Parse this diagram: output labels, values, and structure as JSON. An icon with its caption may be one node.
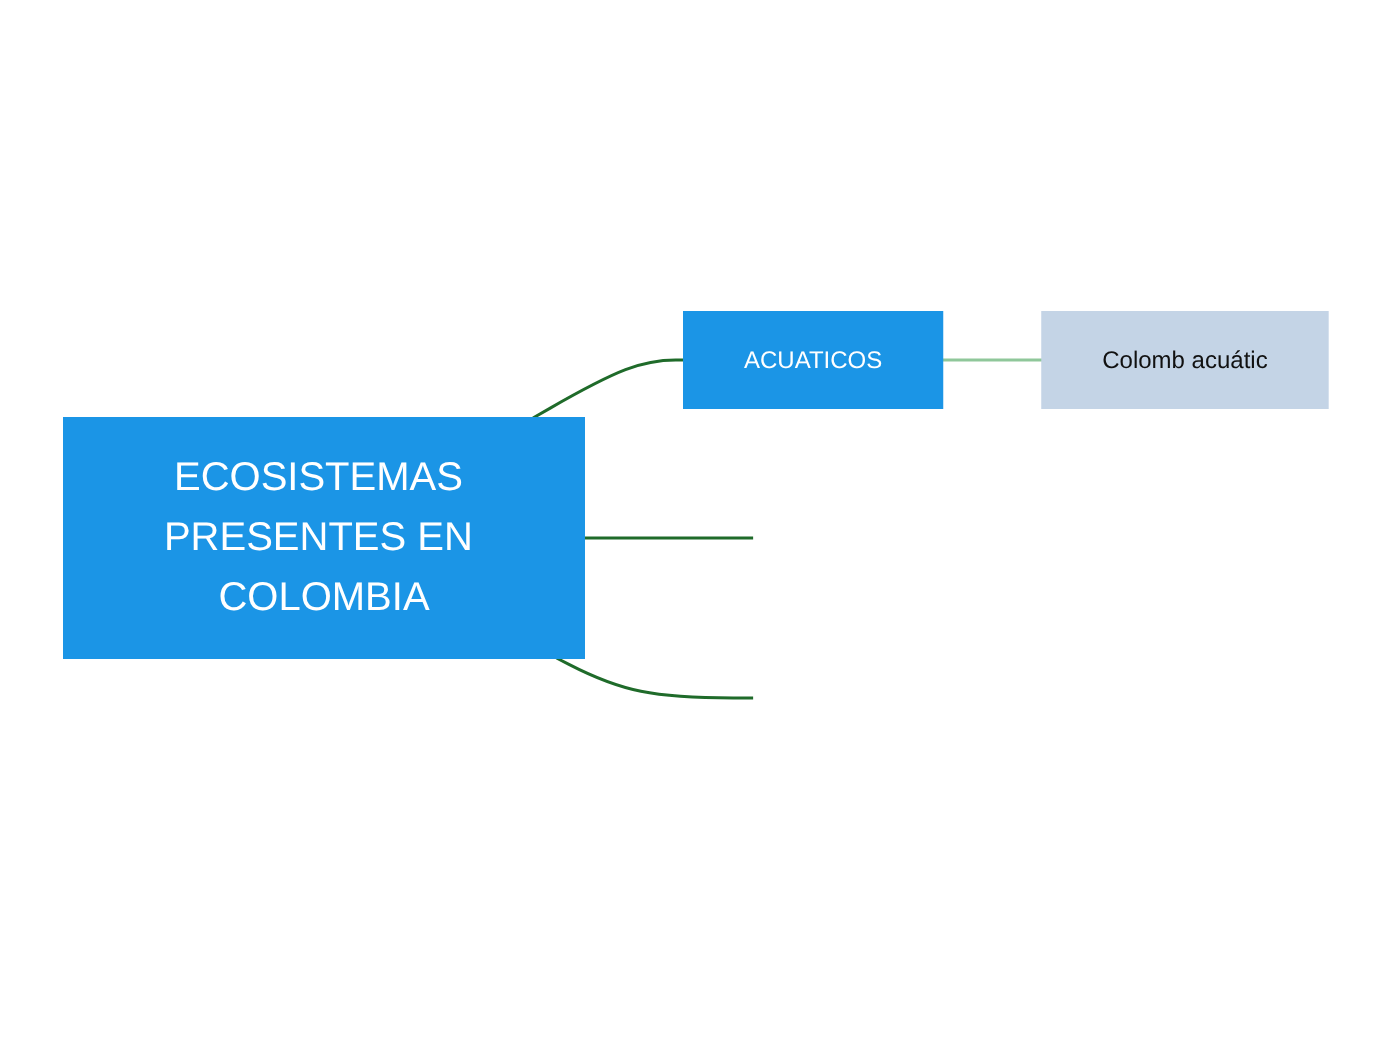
{
  "diagram": {
    "nodes": [
      {
        "text": [
          "ECOSISTEMAS PRESENTES EN COLOMBIA"
        ]
      },
      {
        "text": [
          "ACUATICOS"
        ]
      },
      {
        "text": [
          "Colomb acuátic"
        ]
      }
    ],
    "edges": [
      {
        "from": 0,
        "to": null,
        "arrow": "none"
      },
      {
        "from": 0,
        "to": 1,
        "arrow": "none"
      },
      {
        "from": 1,
        "to": 2,
        "arrow": "none",
        "color": "#8fc79a"
      },
      {
        "from": 0,
        "to": null,
        "arrow": "none"
      }
    ]
  }
}
